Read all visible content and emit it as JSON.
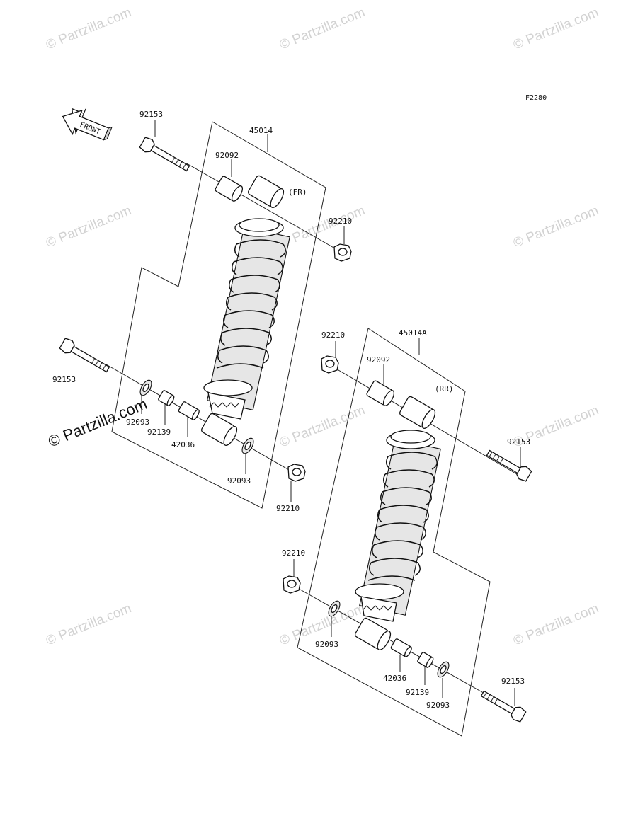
{
  "diagram_code": "F2280",
  "front_label": "FRONT",
  "watermark_text": "© Partzilla.com",
  "watermark_main": "© Partzilla.com",
  "front_assembly": {
    "assembly_number": "45014",
    "position": "(FR)",
    "parts": {
      "bolt_top": "92153",
      "collar_top": "92092",
      "nut_top": "92210",
      "bolt_bottom": "92153",
      "seal_left": "92093",
      "bushing": "92139",
      "collar_bottom": "42036",
      "seal_right": "92093",
      "nut_bottom": "92210"
    }
  },
  "rear_assembly": {
    "assembly_number": "45014A",
    "position": "(RR)",
    "parts": {
      "nut_top": "92210",
      "collar_top": "92092",
      "bolt_top": "92153",
      "nut_bottom": "92210",
      "seal_left": "92093",
      "collar_bottom": "42036",
      "bushing": "92139",
      "seal_right": "92093",
      "bolt_bottom": "92153"
    }
  }
}
